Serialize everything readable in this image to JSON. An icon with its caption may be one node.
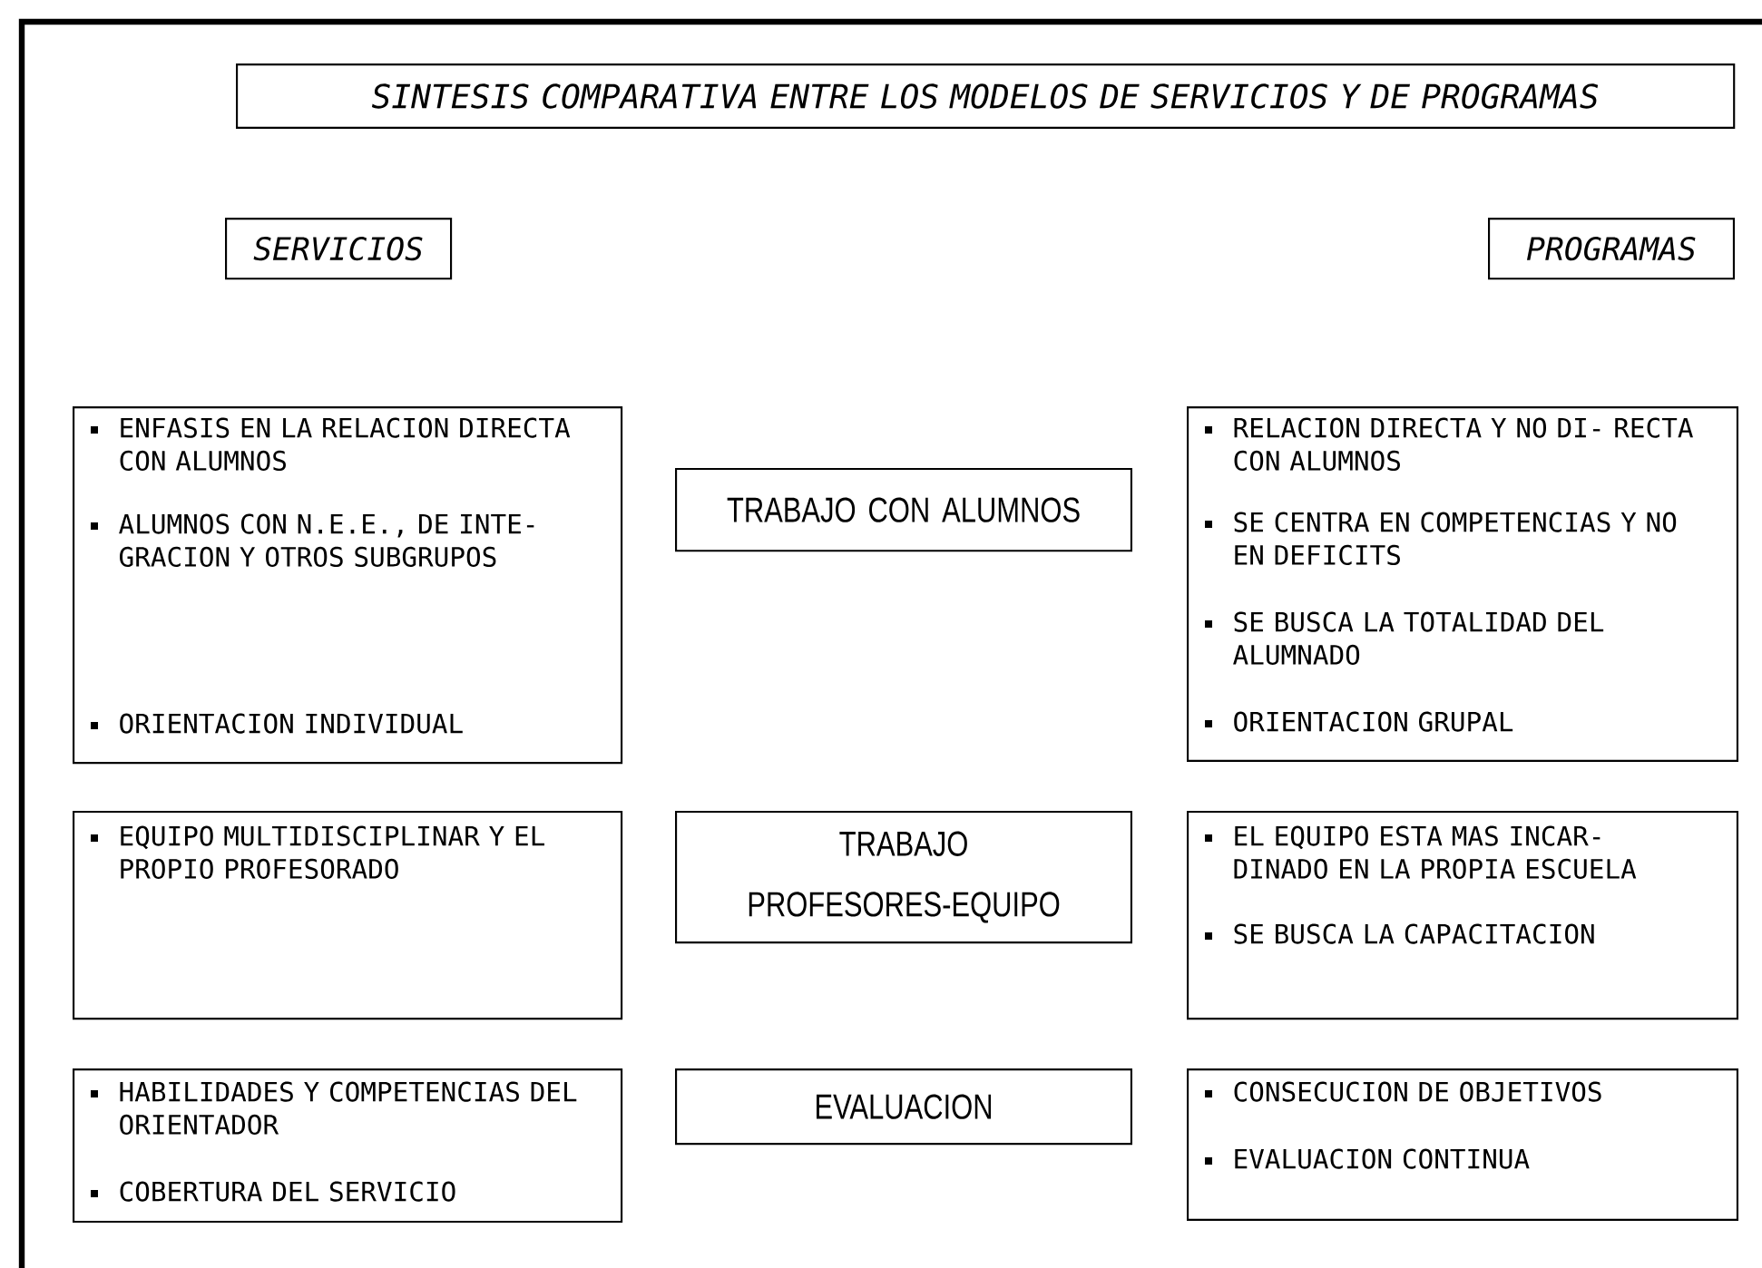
{
  "diagram": {
    "nodes": [
      {
        "text": [
          "SINTESIS COMPARATIVA ENTRE LOS MODELOS DE SERVICIOS Y DE PROGRAMAS"
        ]
      },
      {
        "text": [
          "SERVICIOS"
        ]
      },
      {
        "text": [
          "PROGRAMAS"
        ]
      },
      {
        "text": [
          "ENFASIS EN LA RELACION DIRECTA CON ALUMNOS",
          "ALUMNOS CON N.E.E., DE INTE- GRACION Y OTROS SUBGRUPOS",
          "ORIENTACION INDIVIDUAL"
        ]
      },
      {
        "text": [
          "TRABAJO CON ALUMNOS"
        ]
      },
      {
        "text": [
          "RELACION DIRECTA Y NO DI- RECTA CON ALUMNOS",
          "SE CENTRA EN COMPETENCIAS Y NO EN DEFICITS",
          "SE BUSCA LA TOTALIDAD DEL ALUMNADO",
          "ORIENTACION GRUPAL"
        ]
      },
      {
        "text": [
          "EQUIPO MULTIDISCIPLINAR Y EL PROPIO PROFESORADO"
        ]
      },
      {
        "text": [
          "TRABAJO PROFESORES-EQUIPO"
        ]
      },
      {
        "text": [
          "EL EQUIPO ESTA MAS INCAR- DINADO EN LA PROPIA ESCUELA",
          "SE BUSCA LA CAPACITACION"
        ]
      },
      {
        "text": [
          "HABILIDADES Y COMPETENCIAS DEL ORIENTADOR",
          "COBERTURA DEL SERVICIO"
        ]
      },
      {
        "text": [
          "EVALUACION"
        ]
      },
      {
        "text": [
          "CONSECUCION DE OBJETIVOS",
          "EVALUACION CONTINUA"
        ]
      }
    ]
  }
}
